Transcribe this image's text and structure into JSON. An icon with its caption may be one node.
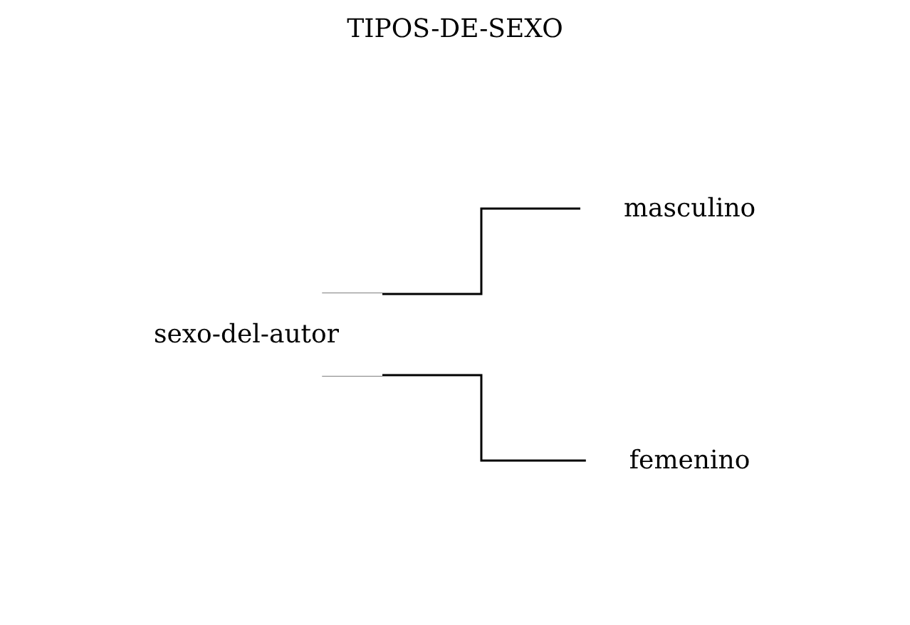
{
  "diagram": {
    "nodes": [
      {
        "text": [
          "sexo-del-autor"
        ]
      },
      {
        "text": [
          "masculino"
        ]
      },
      {
        "text": [
          "femenino"
        ]
      }
    ],
    "edges": [
      {
        "from": 0,
        "to": 1,
        "arrow": "none"
      },
      {
        "from": 0,
        "to": 2,
        "arrow": "none"
      }
    ],
    "labels": [
      "TIPOS-DE-SEXO"
    ]
  }
}
